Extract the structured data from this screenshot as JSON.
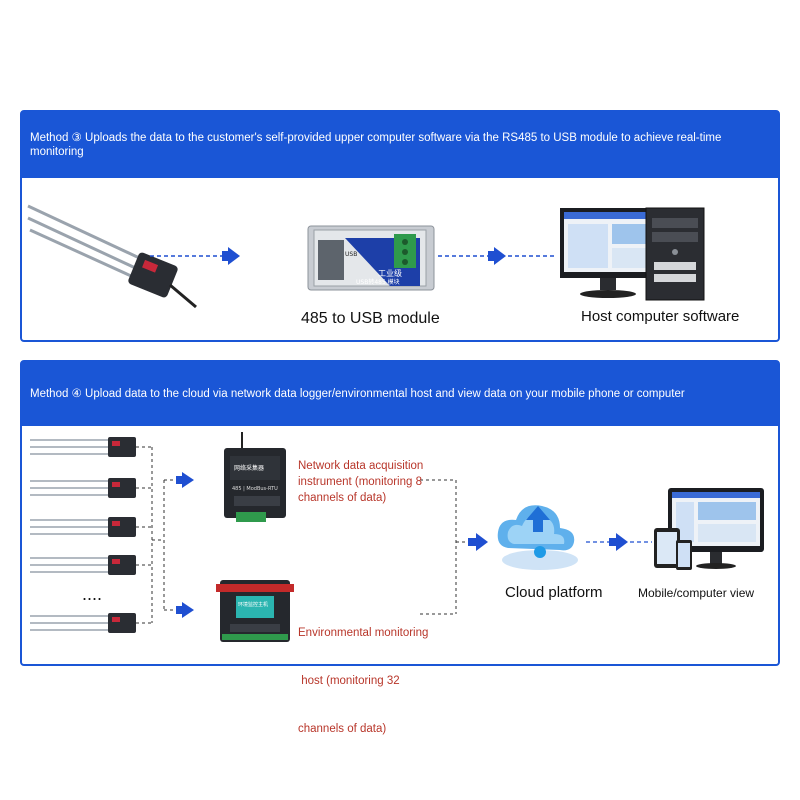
{
  "method3": {
    "header": "Method ③ Uploads the data to the customer's self-provided upper computer software via the RS485 to USB module to achieve real-time monitoring",
    "module_label": "485 to USB module",
    "host_label": "Host computer software",
    "module_text_cn": "工业级",
    "module_text_en": "USB转485 模块",
    "module_usb": "USB"
  },
  "method4": {
    "header": "Method ④ Upload data to the cloud via network data logger/environmental host and view data on your mobile phone or computer",
    "ellipsis": "....",
    "logger_lines": [
      "Network data acquisition",
      "instrument (monitoring 8",
      "channels of data)"
    ],
    "host_lines": [
      "Environmental monitoring",
      " host (monitoring 32",
      "channels of data)"
    ],
    "cloud_label": "Cloud platform",
    "view_label": "Mobile/computer view",
    "logger_title_cn": "网络采集器",
    "logger_sub": "485 | ModBus-RTU",
    "host_title_cn": "环境监控主机"
  },
  "colors": {
    "brand_blue": "#1a56d6",
    "arrow_blue": "#1f4fd1",
    "red_text": "#b8362a"
  }
}
